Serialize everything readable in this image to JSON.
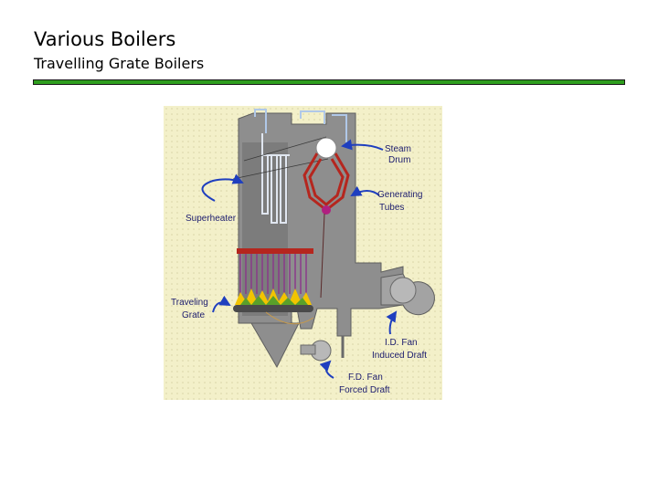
{
  "slide": {
    "title": "Various Boilers",
    "subtitle": "Travelling Grate Boilers"
  },
  "diagram": {
    "labels": {
      "steam_drum_line1": "Steam",
      "steam_drum_line2": "Drum",
      "generating_tubes_line1": "Generating",
      "generating_tubes_line2": "Tubes",
      "superheater": "Superheater",
      "traveling_grate_line1": "Traveling",
      "traveling_grate_line2": "Grate",
      "id_fan_line1": "I.D. Fan",
      "id_fan_line2": "Induced Draft",
      "fd_fan_line1": "F.D. Fan",
      "fd_fan_line2": "Forced Draft"
    },
    "colors": {
      "background": "#f3f0c9",
      "boiler_body": "#8e8e8e",
      "label_text": "#1c1c6e",
      "arrow": "#1f3fbf",
      "flame": "#f2c400",
      "grate_tubes": "#b5261e",
      "rule_bar": "#2e9e1e"
    }
  }
}
